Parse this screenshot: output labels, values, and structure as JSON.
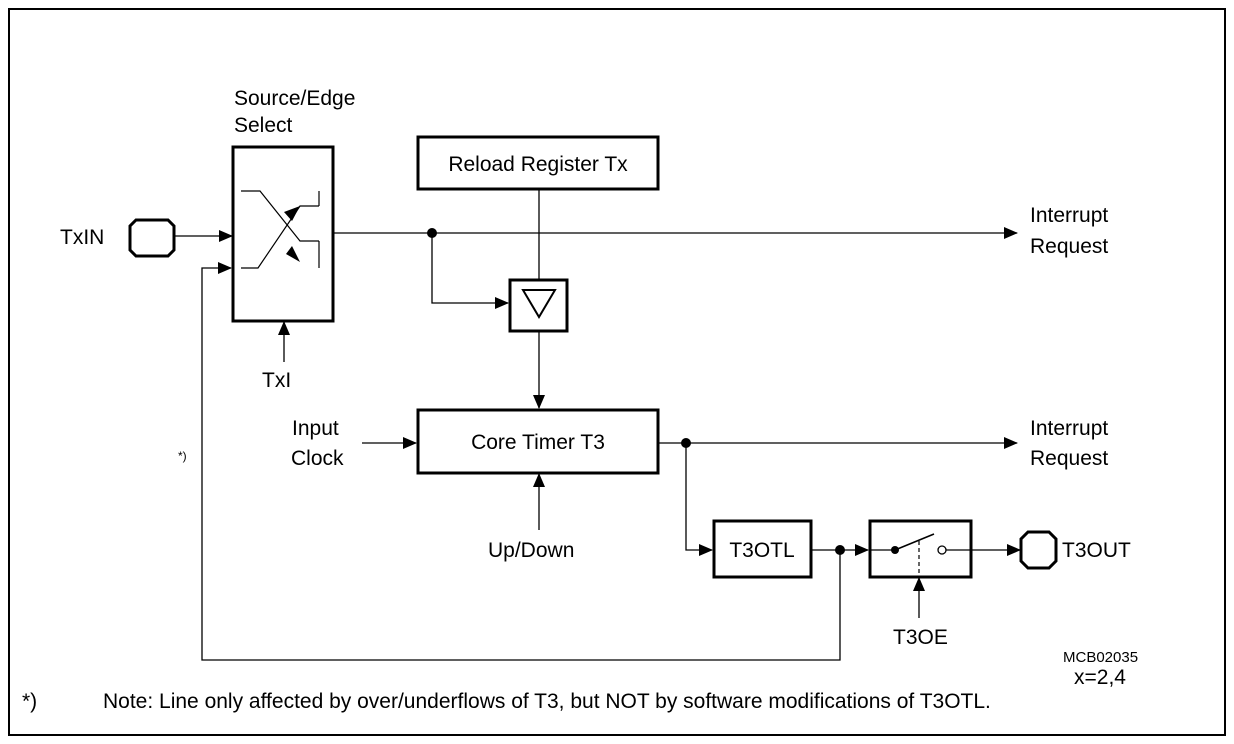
{
  "labels": {
    "source_edge_line1": "Source/Edge",
    "source_edge_line2": "Select",
    "reload_register": "Reload Register Tx",
    "txin": "TxIN",
    "txi": "TxI",
    "interrupt_request_1_line1": "Interrupt",
    "interrupt_request_1_line2": "Request",
    "input_clock_line1": "Input",
    "input_clock_line2": "Clock",
    "core_timer": "Core Timer T3",
    "interrupt_request_2_line1": "Interrupt",
    "interrupt_request_2_line2": "Request",
    "footnote_marker": "*)",
    "up_down": "Up/Down",
    "t3otl": "T3OTL",
    "t3out": "T3OUT",
    "t3oe": "T3OE",
    "figure_id": "MCB02035",
    "x_values": "x=2,4",
    "note_marker": "*)",
    "note_text": "Note: Line only affected by over/underflows of T3, but NOT by software modifications of T3OTL."
  },
  "icons": {
    "reload_gate": "down-triangle-icon",
    "output_switch": "switch-icon",
    "pin": "pin-octagon-icon"
  },
  "colors": {
    "stroke": "#000000",
    "background": "#ffffff"
  }
}
